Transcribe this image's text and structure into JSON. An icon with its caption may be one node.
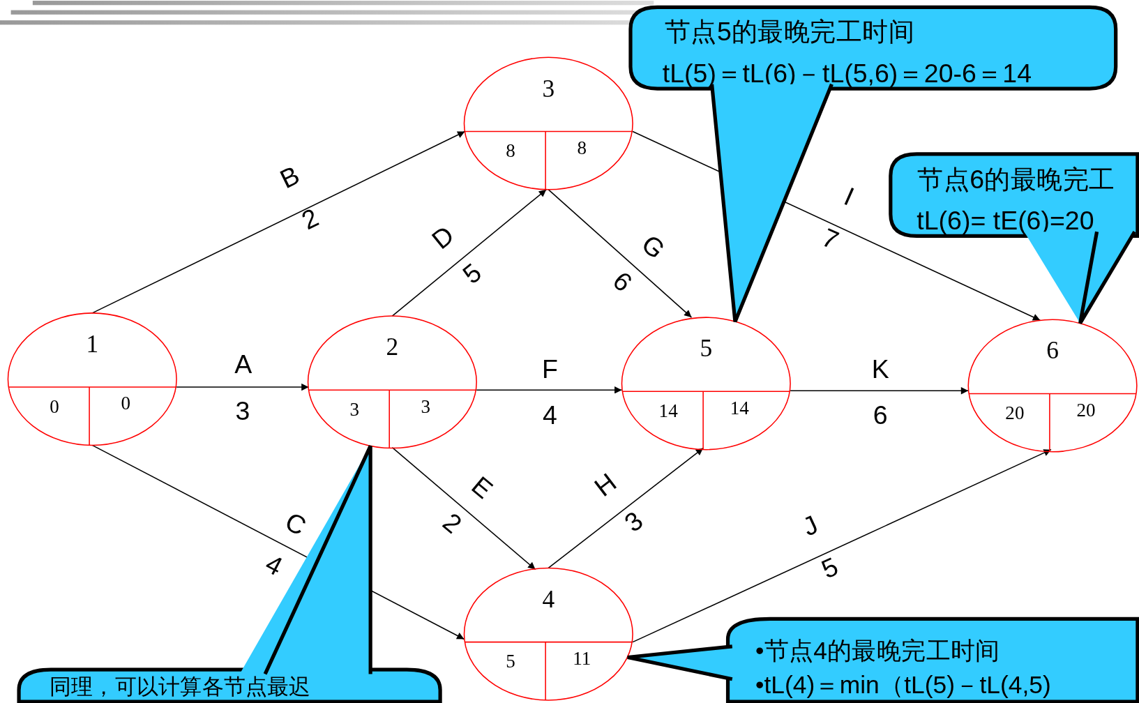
{
  "diagram": {
    "nodes": [
      {
        "text": [
          "1",
          "0",
          "0"
        ]
      },
      {
        "text": [
          "2",
          "3",
          "3"
        ]
      },
      {
        "text": [
          "3",
          "8",
          "8"
        ]
      },
      {
        "text": [
          "4",
          "5",
          "11"
        ]
      },
      {
        "text": [
          "5",
          "14",
          "14"
        ]
      },
      {
        "text": [
          "6",
          "20",
          "20"
        ]
      },
      {
        "text": [
          "节点5的最晚完工时间",
          "tL(5)＝tL(6)－tL(5,6)＝20-6＝14"
        ]
      },
      {
        "text": [
          "节点6的最晚完工",
          "tL(6)= tE(6)=20"
        ]
      },
      {
        "text": [
          "同理，可以计算各节点最迟"
        ]
      },
      {
        "text": [
          "•节点4的最晚完工时间",
          "•tL(4)＝min（tL(5)－tL(4,5)"
        ]
      }
    ],
    "edges": [
      {
        "from": 0,
        "to": 1,
        "arrow": "to",
        "label": "A 3"
      },
      {
        "from": 0,
        "to": 2,
        "arrow": "to",
        "label": "B 2"
      },
      {
        "from": 0,
        "to": 3,
        "arrow": "to",
        "label": "C 4"
      },
      {
        "from": 1,
        "to": 2,
        "arrow": "to",
        "label": "D 5"
      },
      {
        "from": 1,
        "to": 3,
        "arrow": "to",
        "label": "E 2"
      },
      {
        "from": 1,
        "to": 4,
        "arrow": "to",
        "label": "F 4"
      },
      {
        "from": 2,
        "to": 4,
        "arrow": "to",
        "label": "G 6"
      },
      {
        "from": 3,
        "to": 4,
        "arrow": "to",
        "label": "H 3"
      },
      {
        "from": 2,
        "to": 5,
        "arrow": "to",
        "label": "I 7"
      },
      {
        "from": 3,
        "to": 5,
        "arrow": "to",
        "label": "J 5"
      },
      {
        "from": 4,
        "to": 5,
        "arrow": "to",
        "label": "K 6"
      },
      {
        "from": 6,
        "to": 4,
        "arrow": "to"
      },
      {
        "from": 7,
        "to": 5,
        "arrow": "to"
      },
      {
        "from": 8,
        "to": 1,
        "arrow": "to"
      },
      {
        "from": 9,
        "to": 3,
        "arrow": "to"
      }
    ]
  }
}
